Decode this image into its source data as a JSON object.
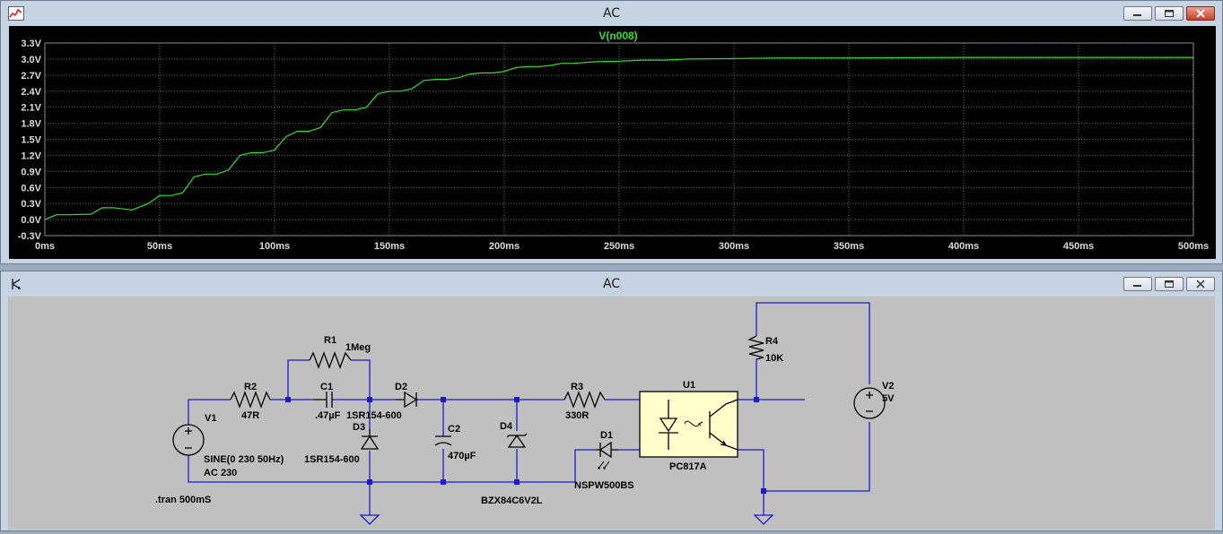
{
  "plot_window": {
    "title": "AC",
    "trace_label": "V(n008)",
    "icon": "waveform-icon",
    "colors": {
      "background": "#000000",
      "grid": "#808080",
      "trace": "#2fe02f",
      "axis_text": "#dcdcdc"
    }
  },
  "schematic_window": {
    "title": "AC",
    "icon": "schematic-icon",
    "colors": {
      "background": "#c0c0c0",
      "wire": "#1b1bd0",
      "component": "#000000",
      "ground": "#1b1bd0",
      "junction": "#1b1bd0"
    },
    "labels": {
      "R1": "R1",
      "R1_val": "1Meg",
      "R2": "R2",
      "R2_val": "47R",
      "C1": "C1",
      "C1_val": ".47µF",
      "D2": "D2",
      "D2_val": "1SR154-600",
      "D3": "D3",
      "D3_val": "1SR154-600",
      "C2": "C2",
      "C2_val": "470µF",
      "D4": "D4",
      "D4_val": "BZX84C6V2L",
      "R3": "R3",
      "R3_val": "330R",
      "D1": "D1",
      "D1_val": "NSPW500BS",
      "U1": "U1",
      "U1_val": "PC817A",
      "R4": "R4",
      "R4_val": "10K",
      "V1": "V1",
      "V1_val1": "SINE(0 230 50Hz)",
      "V1_val2": "AC 230",
      "V2": "V2",
      "V2_val": "5V",
      "directive": ".tran 500mS"
    }
  },
  "chart_data": {
    "type": "line",
    "title": "V(n008)",
    "xlabel": "",
    "ylabel": "",
    "x_ticks": [
      "0ms",
      "50ms",
      "100ms",
      "150ms",
      "200ms",
      "250ms",
      "300ms",
      "350ms",
      "400ms",
      "450ms",
      "500ms"
    ],
    "y_ticks": [
      "3.3V",
      "3.0V",
      "2.7V",
      "2.4V",
      "2.1V",
      "1.8V",
      "1.5V",
      "1.2V",
      "0.9V",
      "0.6V",
      "0.3V",
      "0.0V",
      "-0.3V"
    ],
    "xlim": [
      0,
      500
    ],
    "ylim": [
      -0.3,
      3.3
    ],
    "grid": true,
    "series": [
      {
        "name": "V(n008)",
        "x": [
          0,
          5,
          10,
          20,
          25,
          30,
          38,
          45,
          50,
          55,
          60,
          65,
          70,
          75,
          80,
          85,
          90,
          95,
          100,
          105,
          110,
          115,
          120,
          125,
          130,
          135,
          140,
          145,
          150,
          155,
          160,
          165,
          170,
          175,
          180,
          185,
          190,
          195,
          200,
          205,
          210,
          215,
          220,
          225,
          230,
          240,
          250,
          260,
          270,
          280,
          300,
          320,
          350,
          400,
          450,
          500
        ],
        "y": [
          0.0,
          0.09,
          0.09,
          0.1,
          0.22,
          0.22,
          0.18,
          0.3,
          0.45,
          0.45,
          0.5,
          0.8,
          0.85,
          0.85,
          0.93,
          1.2,
          1.25,
          1.25,
          1.3,
          1.55,
          1.65,
          1.65,
          1.72,
          2.0,
          2.05,
          2.05,
          2.1,
          2.35,
          2.4,
          2.4,
          2.45,
          2.6,
          2.62,
          2.62,
          2.65,
          2.72,
          2.74,
          2.74,
          2.77,
          2.84,
          2.86,
          2.86,
          2.88,
          2.92,
          2.92,
          2.95,
          2.96,
          2.98,
          2.98,
          3.0,
          3.01,
          3.02,
          3.02,
          3.03,
          3.03,
          3.03
        ]
      }
    ]
  }
}
